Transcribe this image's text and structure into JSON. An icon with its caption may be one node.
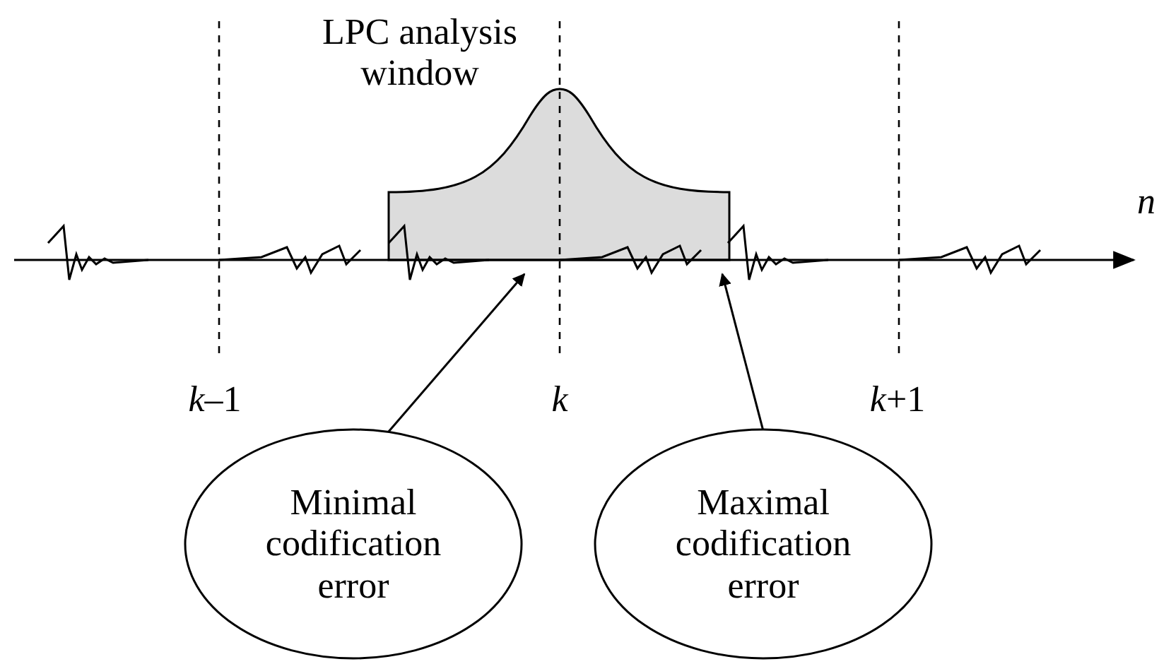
{
  "diagram": {
    "nodes": [
      {
        "text": [
          "Minimal codification error"
        ]
      },
      {
        "text": [
          "Maximal codification error"
        ]
      },
      {
        "text": [],
        "shape": "arrow"
      }
    ],
    "edges": [
      {
        "from": 0,
        "to": 2,
        "arrow": "to"
      },
      {
        "from": 1,
        "to": 2,
        "arrow": "to"
      }
    ],
    "labels": [
      "LPC analysis window",
      "*k*–1",
      "k",
      "*k*+1",
      "n"
    ]
  }
}
